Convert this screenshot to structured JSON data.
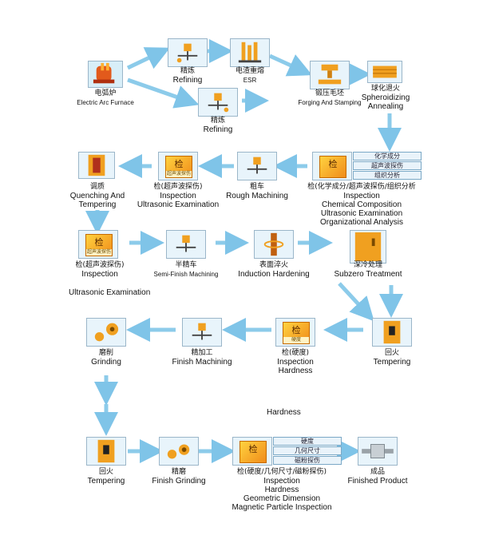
{
  "steps": {
    "eaf": {
      "cn": "电弧炉",
      "en": "Electric Arc Furnace"
    },
    "refining1": {
      "cn": "精炼",
      "en": "Refining"
    },
    "esr": {
      "cn": "电渣重熔",
      "en": "ESR"
    },
    "refining2": {
      "cn": "精炼",
      "en": "Refining"
    },
    "forging": {
      "cn": "锻压毛坯",
      "en": "Forging And Stamping"
    },
    "spheroidizing": {
      "cn": "球化退火",
      "en1": "Spheroidizing",
      "en2": "Annealing"
    },
    "inspect_chem": {
      "cn": "检(化学成分/超声波探伤/组织分析",
      "en1": "Inspection",
      "en2": "Chemical Composition",
      "en3": "Ultrasonic Examination",
      "en4": "Organizational Analysis",
      "tags": [
        "化学成分",
        "超声波探伤",
        "组织分析"
      ]
    },
    "rough": {
      "cn": "粗车",
      "en": "Rough Machining"
    },
    "inspect_us1": {
      "cn": "检(超声波探伤)",
      "en1": "Inspection",
      "en2": "Ultrasonic Examination",
      "sub": "超声波探伤"
    },
    "quench": {
      "cn": "调质",
      "en1": "Quenching And",
      "en2": "Tempering"
    },
    "inspect_us2": {
      "cn": "检(超声波探伤)",
      "en1": "Inspection",
      "en2": "Ultrasonic Examination",
      "sub": "超声波探伤"
    },
    "semi": {
      "cn": "半精车",
      "en": "Semi-Finish Machining"
    },
    "induction": {
      "cn": "表面淬火",
      "en": "Induction Hardening"
    },
    "subzero": {
      "cn": "深冷处理",
      "en": "Subzero Treatment"
    },
    "tempering1": {
      "cn": "回火",
      "en": "Tempering"
    },
    "inspect_hard": {
      "cn": "检(硬度)",
      "en1": "Inspection",
      "en2": "Hardness",
      "sub": "硬度"
    },
    "finish_mach": {
      "cn": "精加工",
      "en": "Finish Machining"
    },
    "grinding": {
      "cn": "磨削",
      "en": "Grinding"
    },
    "tempering2": {
      "cn": "回火",
      "en": "Tempering"
    },
    "finish_grind": {
      "cn": "精磨",
      "en": "Finish Grinding"
    },
    "inspect_final": {
      "cn": "检(硬度/几何尺寸/磁粉探伤)",
      "en1": "Inspection",
      "en2": "Hardness",
      "en3": "Geometric Dimension",
      "en4": "Magnetic Particle Inspection",
      "tags": [
        "硬度",
        "几何尺寸",
        "磁粉探伤"
      ]
    },
    "product": {
      "cn": "成品",
      "en": "Finished Product"
    }
  },
  "check_char": "检",
  "floating": {
    "hardness": "Hardness"
  }
}
